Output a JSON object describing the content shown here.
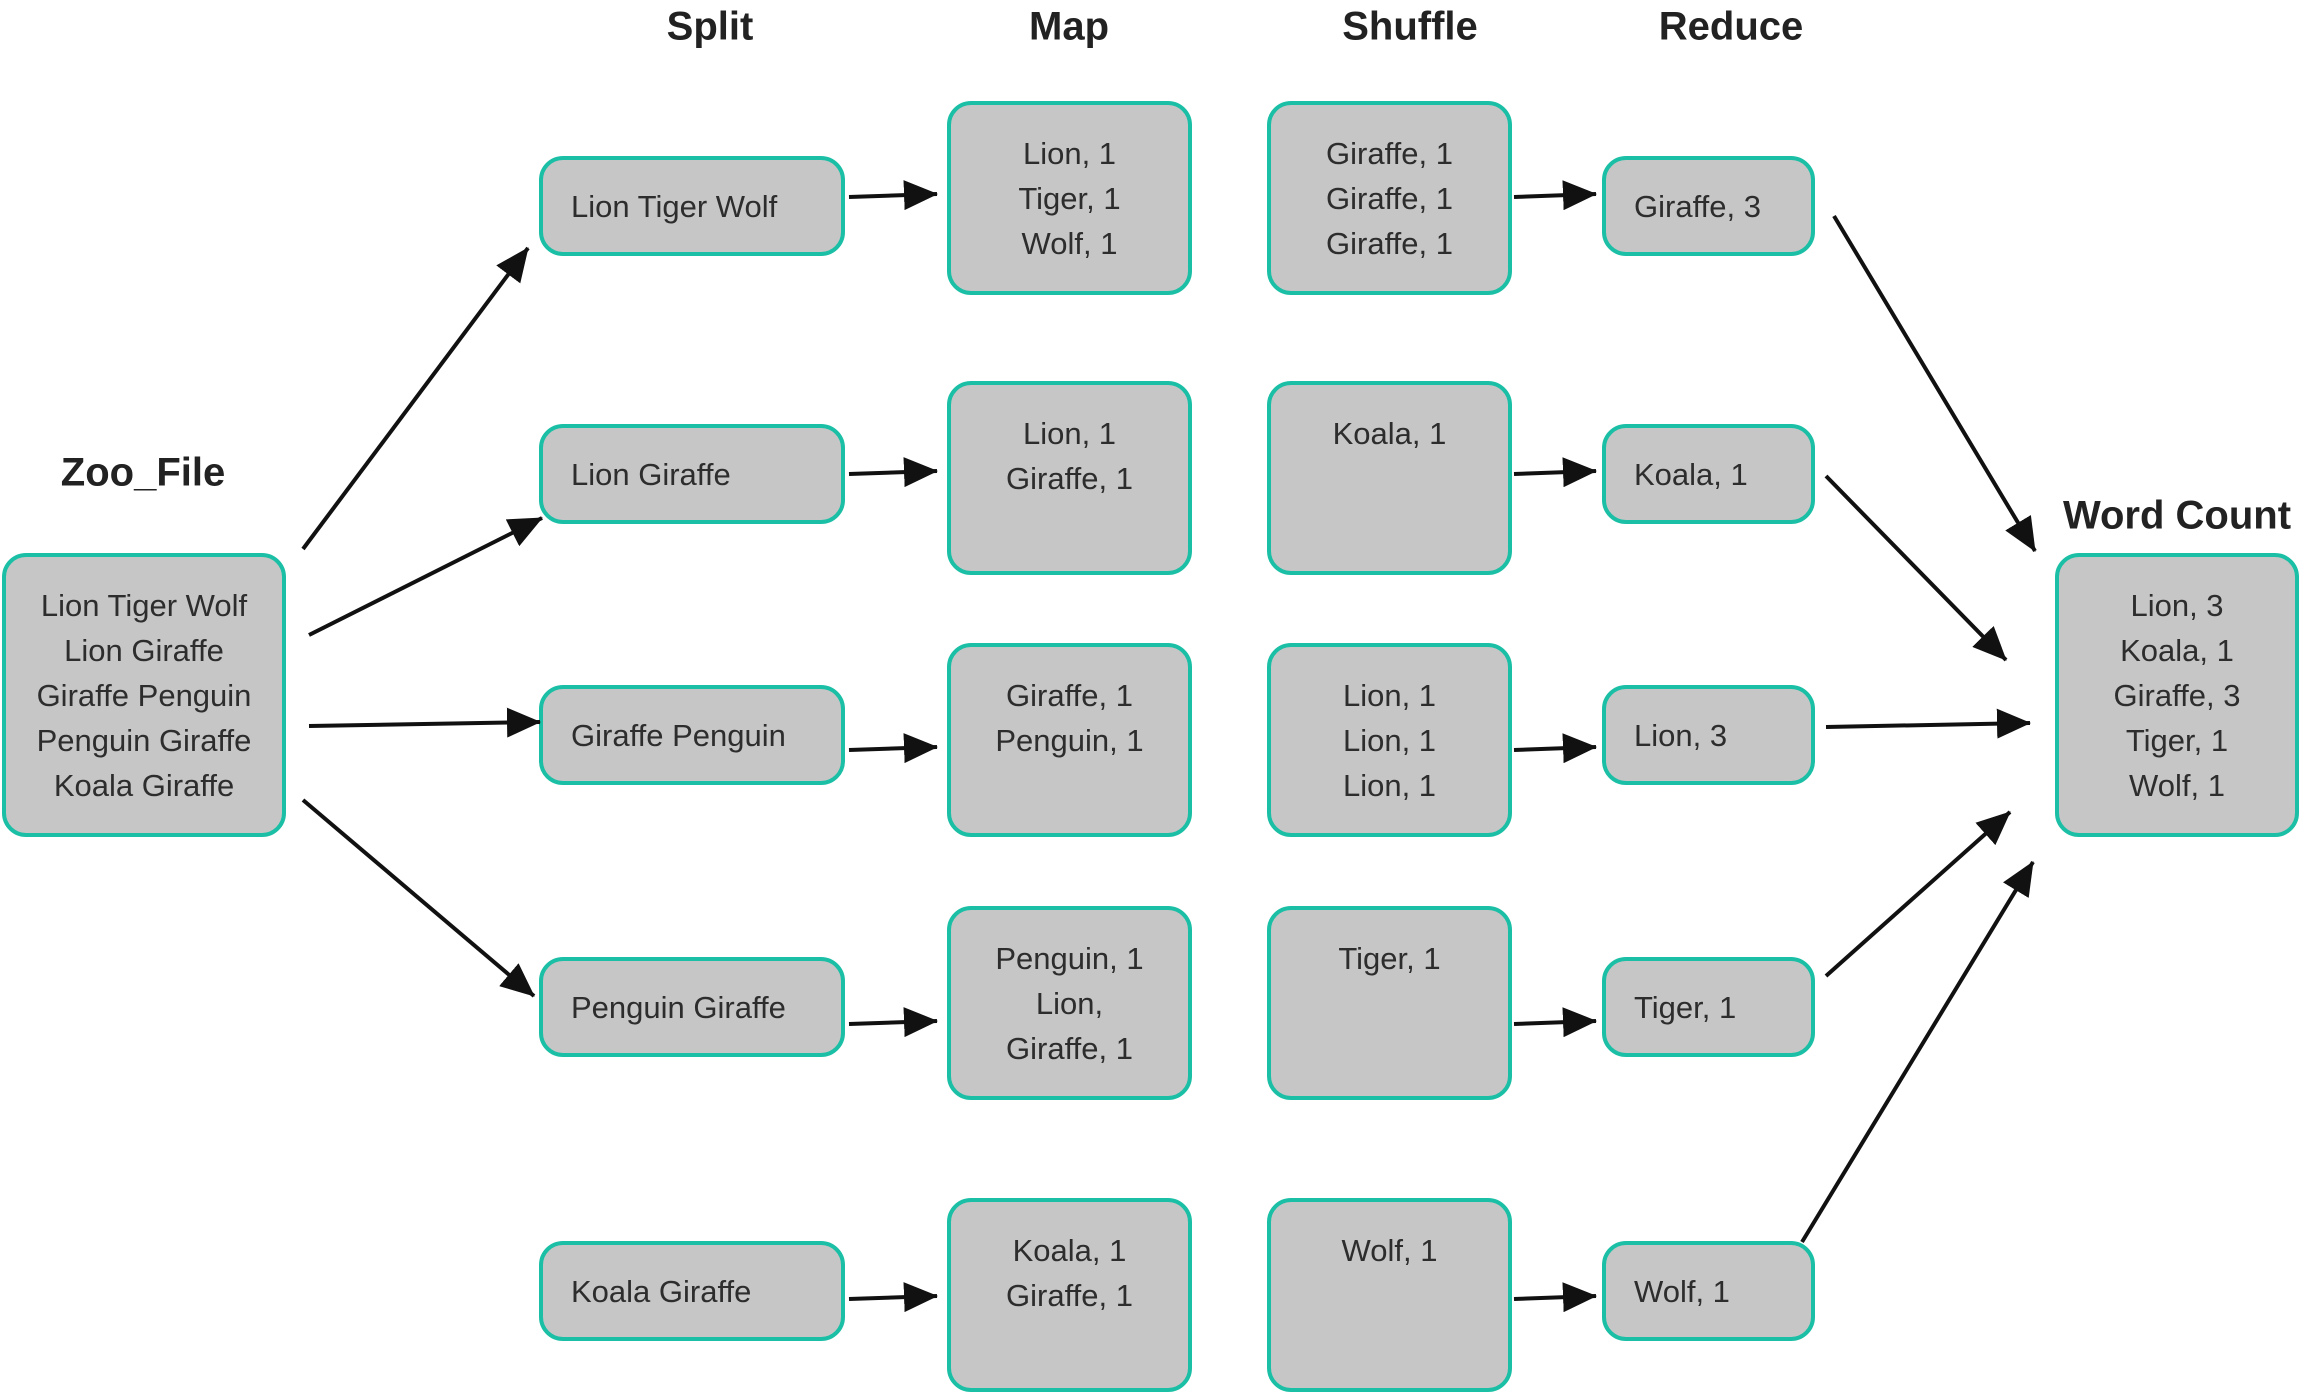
{
  "headers": {
    "split": "Split",
    "map": "Map",
    "shuffle": "Shuffle",
    "reduce": "Reduce",
    "input": "Zoo_File",
    "output": "Word Count"
  },
  "input": {
    "lines": [
      "Lion Tiger Wolf",
      "Lion Giraffe",
      "Giraffe Penguin",
      "Penguin Giraffe",
      "Koala Giraffe"
    ]
  },
  "split": [
    {
      "lines": [
        "Lion Tiger Wolf"
      ]
    },
    {
      "lines": [
        "Lion Giraffe"
      ]
    },
    {
      "lines": [
        "Giraffe Penguin"
      ]
    },
    {
      "lines": [
        "Penguin Giraffe"
      ]
    },
    {
      "lines": [
        "Koala Giraffe"
      ]
    }
  ],
  "map": [
    {
      "lines": [
        "Lion, 1",
        "Tiger, 1",
        "Wolf, 1"
      ]
    },
    {
      "lines": [
        "Lion, 1",
        "Giraffe, 1"
      ]
    },
    {
      "lines": [
        "Giraffe, 1",
        "Penguin, 1"
      ]
    },
    {
      "lines": [
        "Penguin, 1",
        "Lion,",
        "Giraffe, 1"
      ]
    },
    {
      "lines": [
        "Koala, 1",
        "Giraffe, 1"
      ]
    }
  ],
  "shuffle": [
    {
      "lines": [
        "Giraffe, 1",
        "Giraffe, 1",
        "Giraffe, 1"
      ]
    },
    {
      "lines": [
        "Koala, 1"
      ]
    },
    {
      "lines": [
        "Lion, 1",
        "Lion, 1",
        "Lion, 1"
      ]
    },
    {
      "lines": [
        "Tiger, 1"
      ]
    },
    {
      "lines": [
        "Wolf, 1"
      ]
    }
  ],
  "reduce": [
    {
      "lines": [
        "Giraffe, 3"
      ]
    },
    {
      "lines": [
        "Koala, 1"
      ]
    },
    {
      "lines": [
        "Lion, 3"
      ]
    },
    {
      "lines": [
        "Tiger, 1"
      ]
    },
    {
      "lines": [
        "Wolf, 1"
      ]
    }
  ],
  "output": {
    "lines": [
      "Lion, 3",
      "Koala, 1",
      "Giraffe, 3",
      "Tiger, 1",
      "Wolf, 1"
    ]
  },
  "colors": {
    "box_fill": "#c6c6c6",
    "box_border": "#1bbfa5",
    "arrow": "#111111",
    "text": "#2d2d2d"
  }
}
